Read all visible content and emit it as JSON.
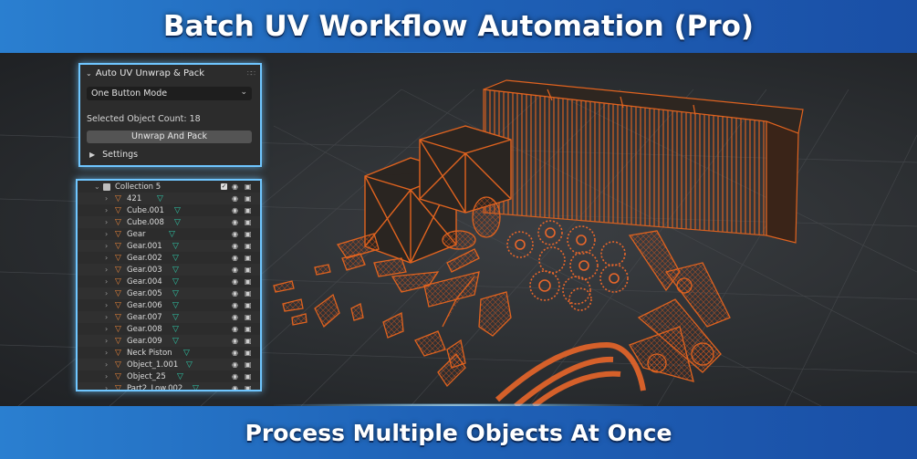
{
  "banners": {
    "top": "Batch UV Workflow Automation (Pro)",
    "bottom": "Process Multiple Objects At Once"
  },
  "colors": {
    "banner": "#1f63b8",
    "wire": "#d9561c",
    "panel_border": "#6fc6ff"
  },
  "panel": {
    "title": "Auto UV Unwrap & Pack",
    "mode": "One Button Mode",
    "count_text": "Selected Object Count: 18",
    "button": "Unwrap And Pack",
    "settings": "Settings"
  },
  "outliner": {
    "collection": "Collection 5",
    "items": [
      "421",
      "Cube.001",
      "Cube.008",
      "Gear",
      "Gear.001",
      "Gear.002",
      "Gear.003",
      "Gear.004",
      "Gear.005",
      "Gear.006",
      "Gear.007",
      "Gear.008",
      "Gear.009",
      "Neck Piston",
      "Object_1.001",
      "Object_25",
      "Part2_Low.002"
    ]
  }
}
